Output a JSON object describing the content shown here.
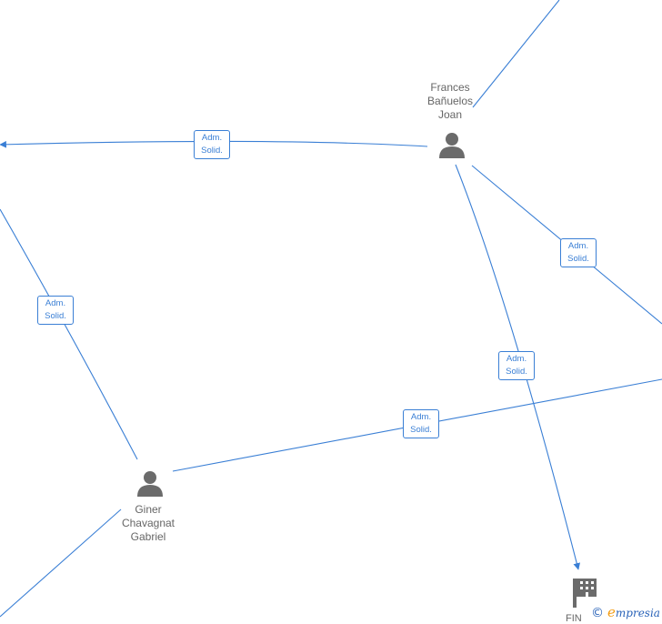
{
  "nodes": {
    "frances": {
      "name_lines": [
        "Frances",
        "Bañuelos",
        "Joan"
      ],
      "icon": "person-icon"
    },
    "giner": {
      "name_lines": [
        "Giner",
        "Chavagnat",
        "Gabriel"
      ],
      "icon": "person-icon"
    },
    "company": {
      "name": "FIN",
      "icon": "building-icon"
    }
  },
  "relations": [
    {
      "from": "frances",
      "to": "off-left",
      "label_lines": [
        "Adm.",
        "Solid."
      ]
    },
    {
      "from": "giner",
      "to": "off-left-top",
      "label_lines": [
        "Adm.",
        "Solid."
      ]
    },
    {
      "from": "frances",
      "to": "off-right",
      "label_lines": [
        "Adm.",
        "Solid."
      ]
    },
    {
      "from": "frances",
      "to": "company",
      "label_lines": [
        "Adm.",
        "Solid."
      ]
    },
    {
      "from": "giner",
      "to": "off-right",
      "label_lines": [
        "Adm.",
        "Solid."
      ]
    }
  ],
  "watermark": {
    "copyright": "©",
    "brand_first": "e",
    "brand_rest": "mpresia"
  },
  "colors": {
    "edge": "#3a7fd5",
    "icon": "#6b6b6b",
    "text": "#666666"
  }
}
